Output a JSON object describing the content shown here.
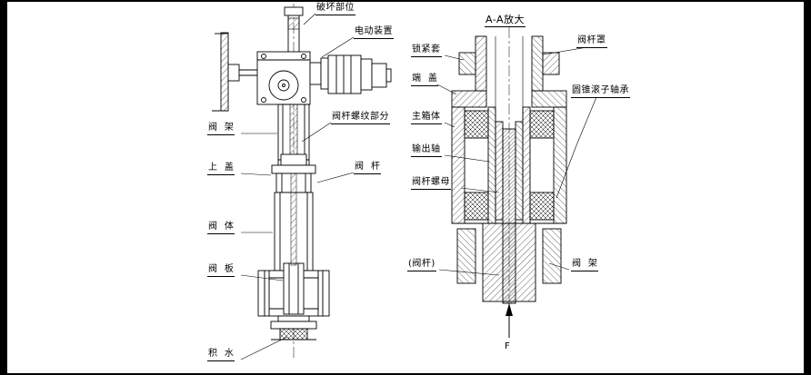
{
  "drawing": {
    "background": "#ffffff",
    "frame_color": "#000000",
    "line_color": "#000000"
  },
  "left_view": {
    "labels": {
      "damage_part": "破坏部位",
      "electric_actuator": "电动装置",
      "valve_yoke": "阀  架",
      "stem_thread_part": "阀杆螺纹部分",
      "upper_cover": "上  盖",
      "valve_stem": "阀  杆",
      "valve_body": "阀  体",
      "valve_plate": "阀  板",
      "accumulated_water": "积  水"
    }
  },
  "right_view": {
    "title": "A-A放大",
    "labels": {
      "lock_sleeve": "锁紧套",
      "end_cover": "端  盖",
      "main_housing": "主箱体",
      "output_shaft": "输出轴",
      "stem_nut": "阀杆螺母",
      "stem_cover": "阀杆罩",
      "tapered_roller_bearing": "圆锥滚子轴承",
      "valve_stem_paren": "(阀杆)",
      "valve_yoke": "阀  架",
      "force": "F"
    }
  }
}
